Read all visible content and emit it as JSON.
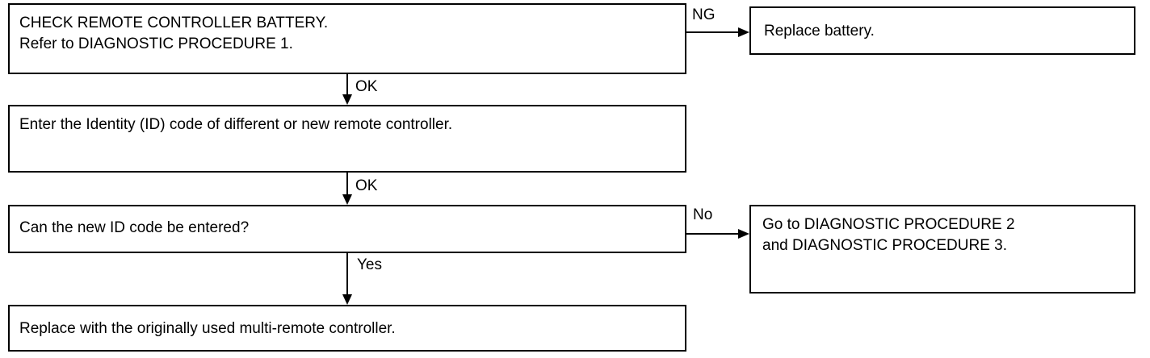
{
  "flowchart": {
    "boxes": {
      "check_battery": "CHECK REMOTE CONTROLLER BATTERY.\nRefer to DIAGNOSTIC PROCEDURE 1.",
      "replace_battery": "Replace battery.",
      "enter_id": "Enter the Identity (ID) code of different or new remote controller.",
      "can_enter": "Can the new ID code be entered?",
      "goto_proc": "Go to DIAGNOSTIC PROCEDURE 2\nand DIAGNOSTIC PROCEDURE 3.",
      "replace_original": "Replace with the originally used multi-remote controller."
    },
    "edges": {
      "ng": "NG",
      "ok1": "OK",
      "ok2": "OK",
      "no": "No",
      "yes": "Yes"
    }
  }
}
